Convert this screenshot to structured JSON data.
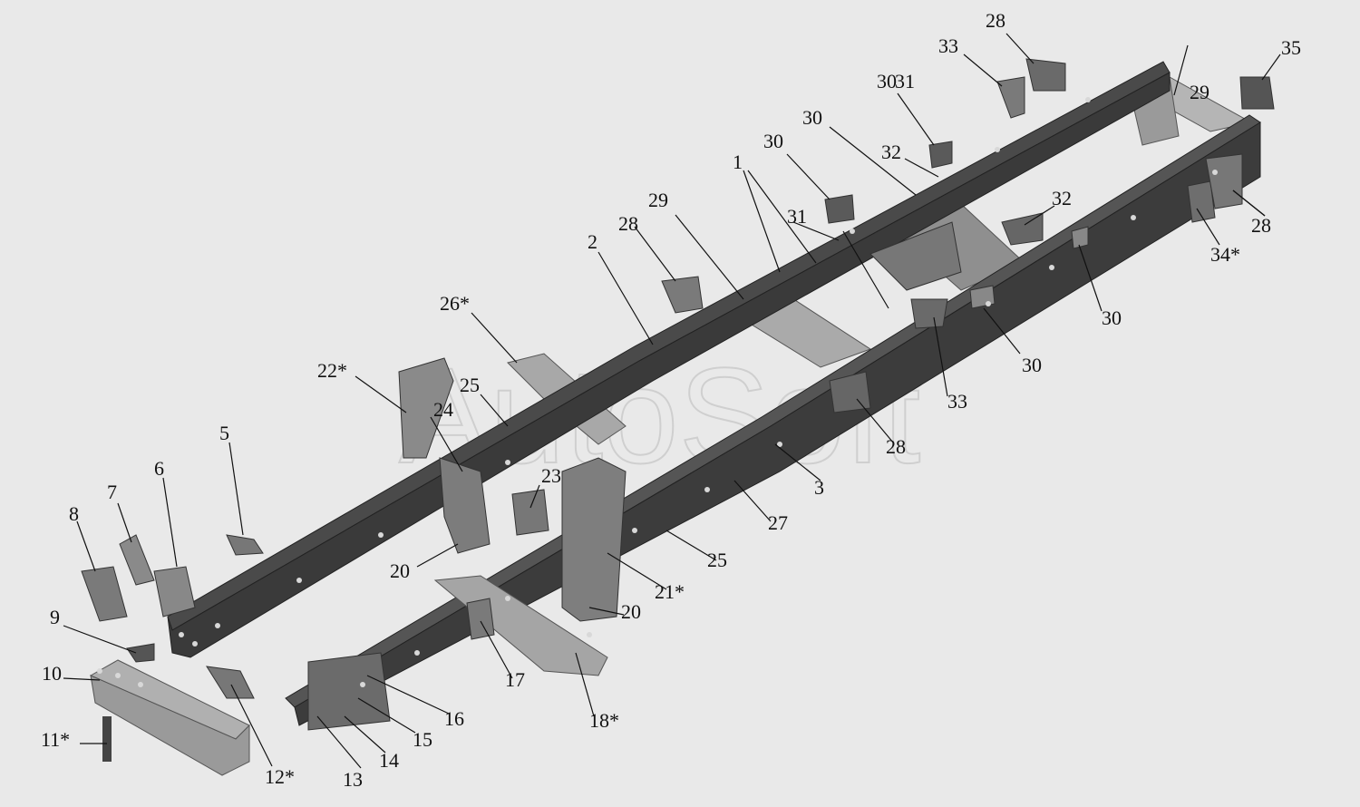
{
  "watermark": "AutoSoft",
  "labels": [
    "1",
    "2",
    "3",
    "5",
    "6",
    "7",
    "8",
    "9",
    "10",
    "11*",
    "12*",
    "13",
    "14",
    "15",
    "16",
    "17",
    "18*",
    "20",
    "20",
    "21*",
    "22*",
    "23",
    "24",
    "25",
    "25",
    "26*",
    "27",
    "28",
    "28",
    "28",
    "28",
    "29",
    "29",
    "30",
    "30",
    "30",
    "30",
    "30",
    "31",
    "31",
    "32",
    "32",
    "33",
    "33",
    "34*",
    "35"
  ],
  "colors": {
    "background": "#e9e9e9",
    "frame": "#3e3e3e",
    "frame_top": "#555555",
    "part_light": "#b8b8b8",
    "part_mid": "#8a8a8a",
    "bolt": "#d8d8d8"
  }
}
